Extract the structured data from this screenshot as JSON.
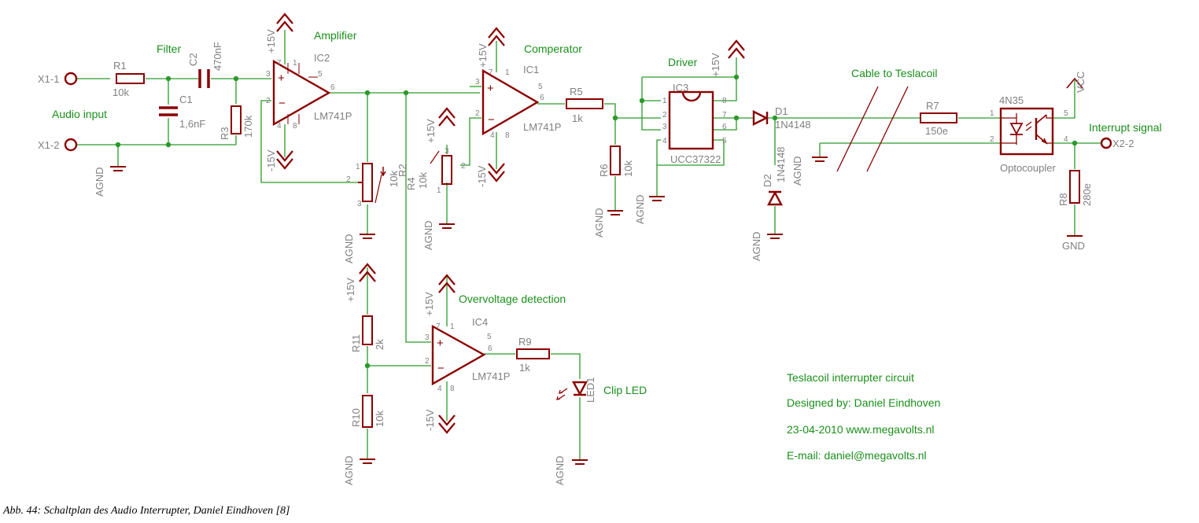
{
  "caption": "Abb. 44: Schaltplan des Audio Interrupter, Daniel Eindhoven [8]",
  "sections": {
    "filter": "Filter",
    "amplifier": "Amplifier",
    "comparator": "Comperator",
    "driver": "Driver",
    "cable": "Cable to Teslacoil",
    "audio_input": "Audio input",
    "interrupt_signal": "Interrupt signal",
    "overvoltage": "Overvoltage detection",
    "clip_led": "Clip LED"
  },
  "connectors": {
    "x1_1": "X1-1",
    "x1_2": "X1-2",
    "x2_2": "X2-2"
  },
  "rails": {
    "pos15": "+15V",
    "neg15": "-15V",
    "agnd": "AGND",
    "gnd": "GND",
    "vcc": "VCC"
  },
  "components": {
    "r1": {
      "name": "R1",
      "value": "10k"
    },
    "c2": {
      "name": "C2",
      "value": "470nF"
    },
    "c1": {
      "name": "C1",
      "value": "1,6nF"
    },
    "r3": {
      "name": "R3",
      "value": "170k"
    },
    "ic2": {
      "name": "IC2",
      "value": "LM741P"
    },
    "r2": {
      "name": "R2",
      "value": "10k"
    },
    "ic1": {
      "name": "IC1",
      "value": "LM741P"
    },
    "r4": {
      "name": "R4",
      "value": "10k"
    },
    "r5": {
      "name": "R5",
      "value": "1k"
    },
    "r6": {
      "name": "R6",
      "value": "10k"
    },
    "ic3": {
      "name": "IC3",
      "value": "UCC37322"
    },
    "d1": {
      "name": "D1",
      "value": "1N4148"
    },
    "d2": {
      "name": "D2",
      "value": "1N4148"
    },
    "r7": {
      "name": "R7",
      "value": "150e"
    },
    "opto": {
      "name": "4N35",
      "value": "Optocoupler"
    },
    "r8": {
      "name": "R8",
      "value": "280e"
    },
    "r11": {
      "name": "R11",
      "value": "2k"
    },
    "r10": {
      "name": "R10",
      "value": "10k"
    },
    "ic4": {
      "name": "IC4",
      "value": "LM741P"
    },
    "r9": {
      "name": "R9",
      "value": "1k"
    },
    "led1": {
      "name": "LED1"
    }
  },
  "pins": {
    "p1": "1",
    "p2": "2",
    "p3": "3",
    "p4": "4",
    "p5": "5",
    "p6": "6",
    "p7": "7",
    "p8": "8"
  },
  "info": {
    "line1": "Teslacoil interrupter circuit",
    "line2": "Designed by: Daniel Eindhoven",
    "line3": "23-04-2010 www.megavolts.nl",
    "line4": "E-mail: daniel@megavolts.nl"
  },
  "colors": {
    "wire": "#2a9a2a",
    "symbol": "#8b0000",
    "label_green": "#1a8f1a",
    "text_grey": "#808080"
  }
}
